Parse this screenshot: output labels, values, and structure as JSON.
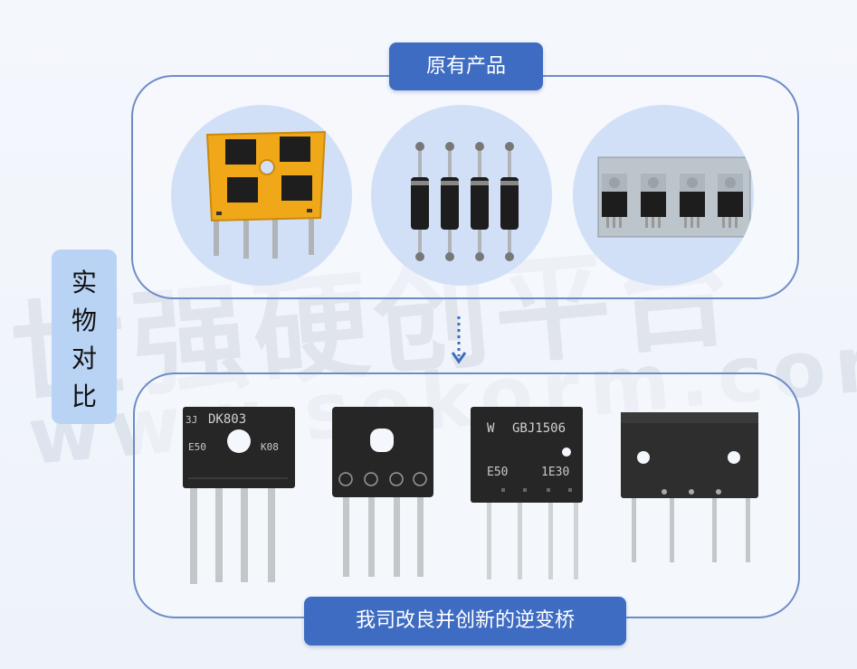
{
  "badge_top": "原有产品",
  "badge_bottom": "我司改良并创新的逆变桥",
  "side_label": [
    "实",
    "物",
    "对",
    "比"
  ],
  "watermark": {
    "main": "世强硬创平台",
    "url": "www.sekorm.com"
  },
  "part_markings": {
    "p1_top": "DK803",
    "p1_top_prefix": "3J",
    "p1_mid": "E50",
    "p1_mid_suffix": "K08",
    "p3_brand": "W",
    "p3_model": "GBJ1506",
    "p3_code_left": "E50",
    "p3_code_right": "1E30"
  },
  "colors": {
    "accent": "#3e6cc2",
    "panel_border": "#6d8cc6",
    "circle_bg": "#d2e0f7",
    "side_tab_bg": "#b9d3f4"
  }
}
